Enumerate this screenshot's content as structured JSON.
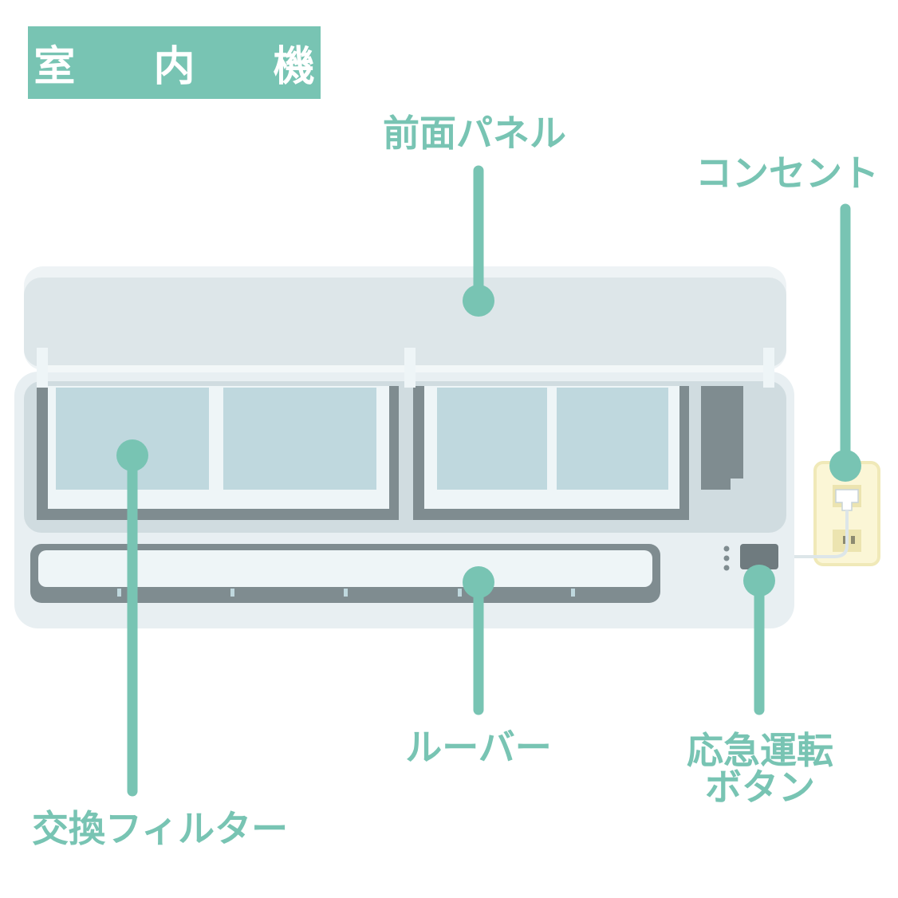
{
  "title": "室 内 機",
  "labels": {
    "front_panel": "前面パネル",
    "outlet": "コンセント",
    "filter": "交換フィルター",
    "louver": "ルーバー",
    "emergency_line1": "応急運転",
    "emergency_line2": "ボタン"
  },
  "colors": {
    "accent": "#78c4b3",
    "panel": "#dde6e9",
    "body": "#e6edf0",
    "filter_glass": "#bfd8de",
    "frame_dark": "#7f8c90",
    "outlet_plate": "#fbf6d6"
  }
}
